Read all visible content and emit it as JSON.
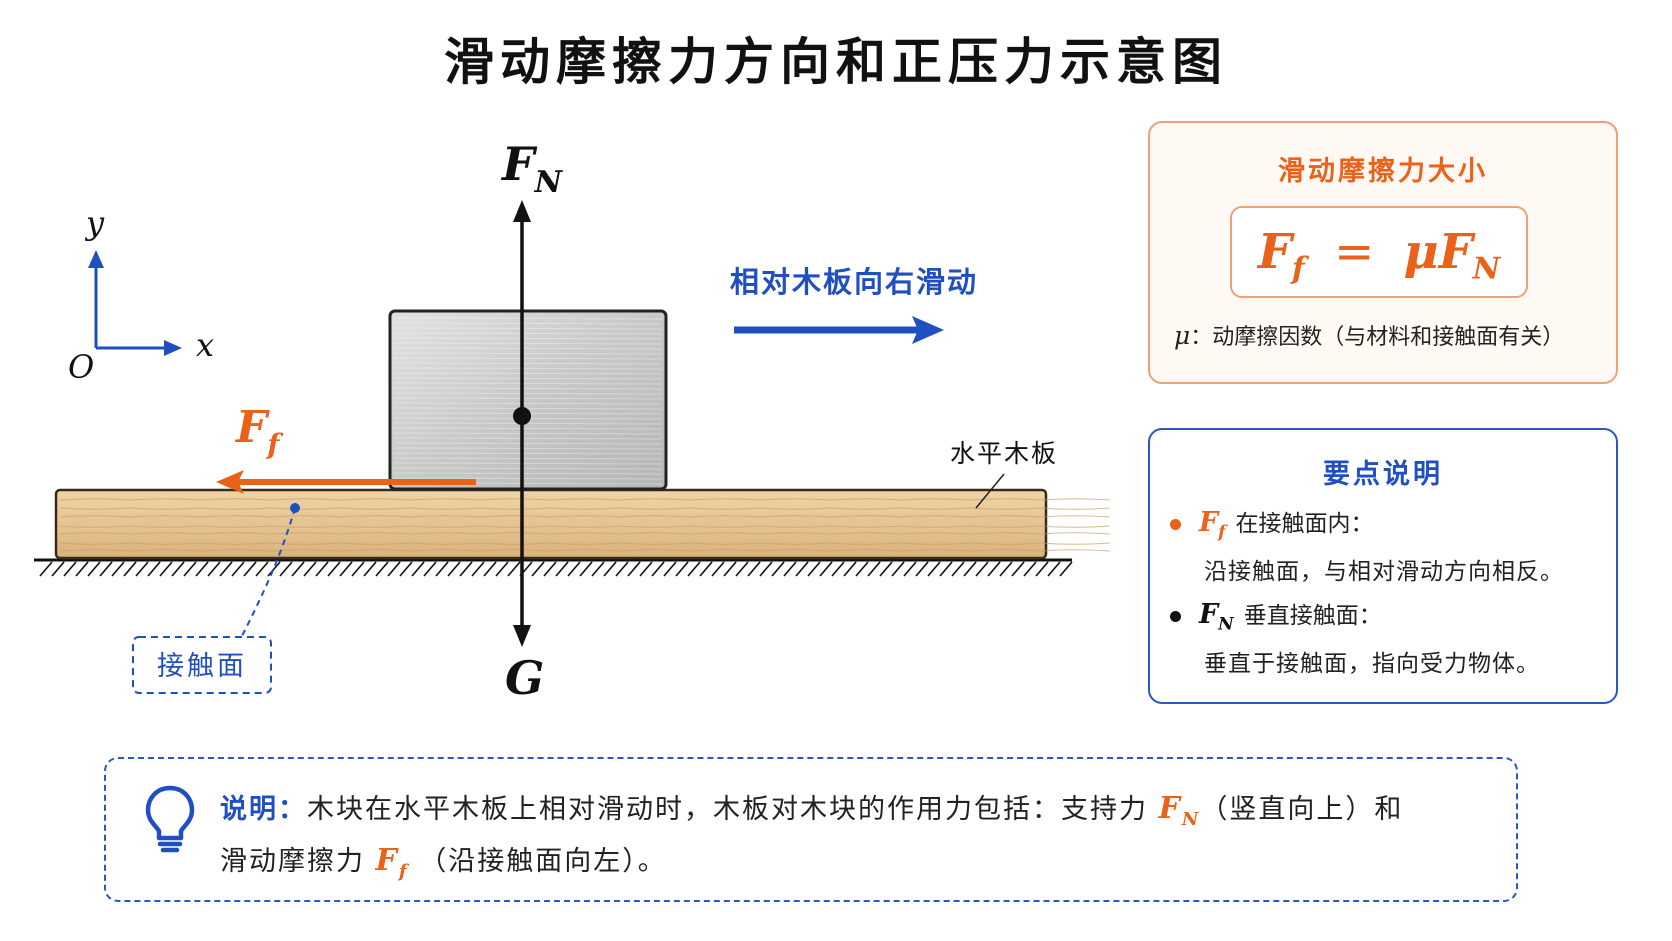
{
  "title": "滑动摩擦力方向和正压力示意图",
  "colors": {
    "accent_orange": "#e8621a",
    "accent_blue": "#1f4fc1",
    "wood": "#e9c99b",
    "block": "#c9c9c9"
  },
  "diagram": {
    "axes": {
      "y": "y",
      "x": "x",
      "origin": "O"
    },
    "forces": {
      "normal": {
        "base": "F",
        "sub": "N"
      },
      "gravity": "G",
      "friction": {
        "base": "F",
        "sub": "f"
      }
    },
    "motion_label": "相对木板向右滑动",
    "board_label": "水平木板",
    "contact_label": "接触面"
  },
  "friction_panel": {
    "title": "滑动摩擦力大小",
    "formula": {
      "lhs_base": "F",
      "lhs_sub": "f",
      "eq": "=",
      "mu": "μ",
      "rhs_base": "F",
      "rhs_sub": "N"
    },
    "mu_symbol": "μ",
    "mu_desc": "：动摩擦因数（与材料和接触面有关）"
  },
  "keypoints_panel": {
    "title": "要点说明",
    "items": [
      {
        "sym_base": "F",
        "sym_sub": "f",
        "head": "在接触面内：",
        "desc": "沿接触面，与相对滑动方向相反。",
        "dot_color": "#e8621a"
      },
      {
        "sym_base": "F",
        "sym_sub": "N",
        "head": "垂直接触面：",
        "desc": "垂直于接触面，指向受力物体。",
        "dot_color": "#111111"
      }
    ]
  },
  "note": {
    "label": "说明：",
    "text1": "木块在水平木板上相对滑动时，木板对木块的作用力包括：支持力",
    "fn_base": "F",
    "fn_sub": "N",
    "text2": "（竖直向上）和",
    "text3": "滑动摩擦力",
    "ff_base": "F",
    "ff_sub": "f",
    "text4": "（沿接触面向左）。",
    "icon": "lightbulb-icon"
  }
}
